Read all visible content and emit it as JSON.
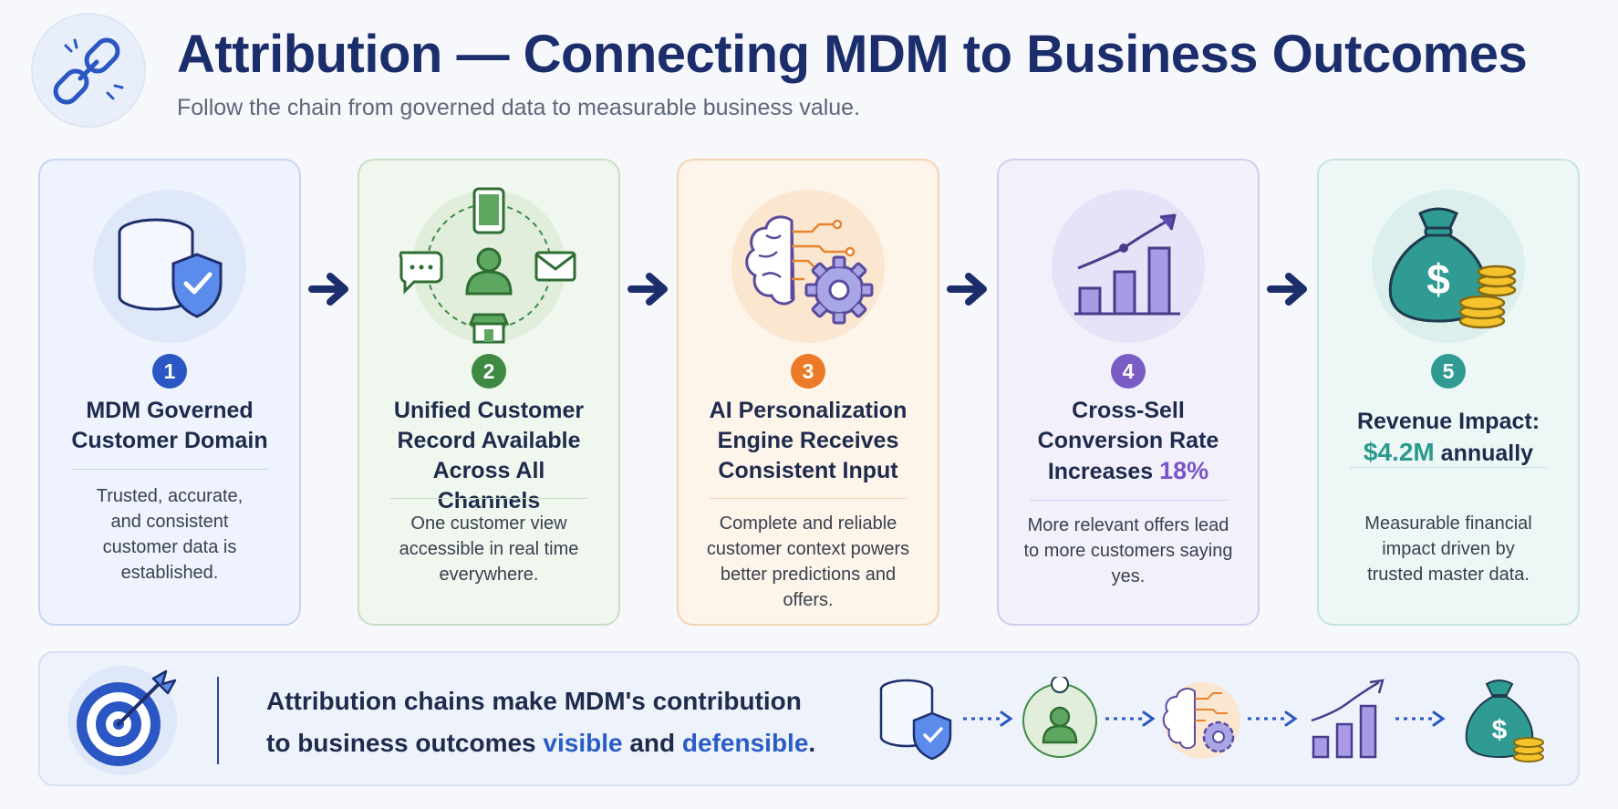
{
  "header": {
    "title": "Attribution — Connecting MDM to Business Outcomes",
    "subtitle": "Follow the chain from governed data to measurable business value.",
    "logo_icon": "link-chain-icon"
  },
  "steps": [
    {
      "number": "1",
      "title": "MDM Governed Customer Domain",
      "description": "Trusted, accurate, and consistent customer data is established.",
      "icon": "database-shield-icon",
      "accent": "#2a57c4"
    },
    {
      "number": "2",
      "title": "Unified Customer Record Available Across All Channels",
      "description": "One customer view accessible in real time everywhere.",
      "icon": "omnichannel-customer-icon",
      "accent": "#3f8a42"
    },
    {
      "number": "3",
      "title": "AI Personalization Engine Receives Consistent Input",
      "description": "Complete and reliable customer context powers better predictions and offers.",
      "icon": "ai-brain-gear-icon",
      "accent": "#ec7a26"
    },
    {
      "number": "4",
      "title_lines": [
        "Cross-Sell",
        "Conversion Rate",
        "Increases "
      ],
      "title_highlight": "18%",
      "description": "More relevant offers lead to more customers saying yes.",
      "icon": "growth-chart-icon",
      "accent": "#7a5cc4"
    },
    {
      "number": "5",
      "title_prefix": "Revenue Impact:",
      "title_highlight": "$4.2M",
      "title_suffix": " annually",
      "description": "Measurable financial impact driven by trusted master data.",
      "icon": "money-bag-coins-icon",
      "accent": "#2f9b92"
    }
  ],
  "summary": {
    "text_part1": "Attribution chains make MDM's contribution to business outcomes ",
    "highlight1": "visible",
    "text_part2": " and ",
    "highlight2": "defensible",
    "text_part3": ".",
    "icon": "target-bullseye-icon"
  }
}
